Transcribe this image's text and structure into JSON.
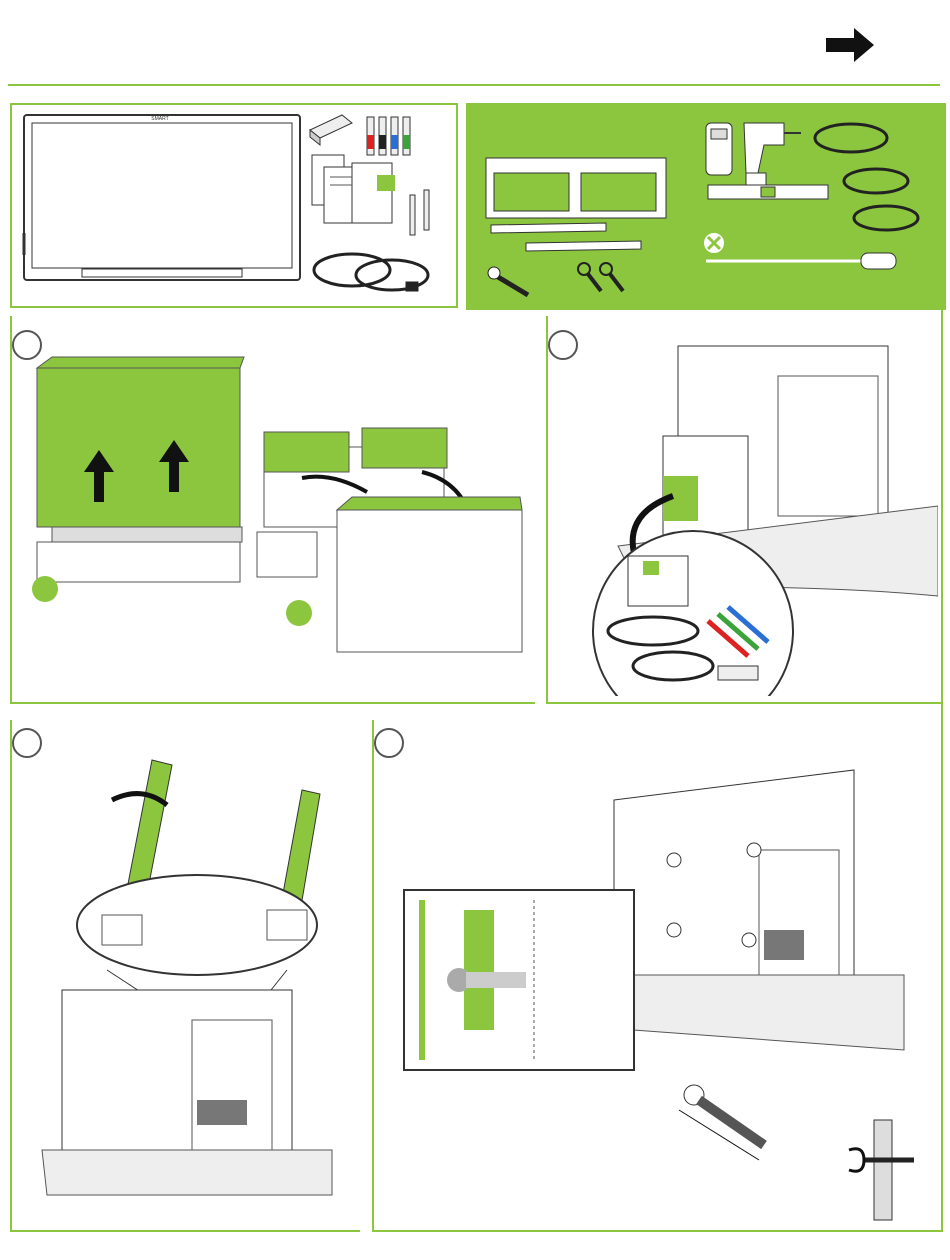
{
  "page": {
    "title": "",
    "accent_color": "#8cc63f",
    "line_color": "#333333"
  },
  "header": {
    "next_icon": "right-arrow-icon"
  },
  "kit_contents": {
    "items": [
      "interactive-display",
      "eraser",
      "pens",
      "documentation",
      "tethers",
      "cables"
    ],
    "display_brand": "SMART"
  },
  "tools_required": {
    "items": [
      "wall-mount-bracket",
      "mounting-rails",
      "bolt",
      "eye-bolts",
      "stud-finder",
      "drill",
      "level",
      "cables"
    ],
    "not_allowed": "screwdriver-icon"
  },
  "steps": [
    {
      "number": "",
      "action": "remove-box-lid",
      "sub_steps": [
        "",
        ""
      ]
    },
    {
      "number": "",
      "action": "remove-accessories"
    },
    {
      "number": "",
      "action": "install-antennas"
    },
    {
      "number": "",
      "action": "attach-eye-bolts"
    }
  ]
}
